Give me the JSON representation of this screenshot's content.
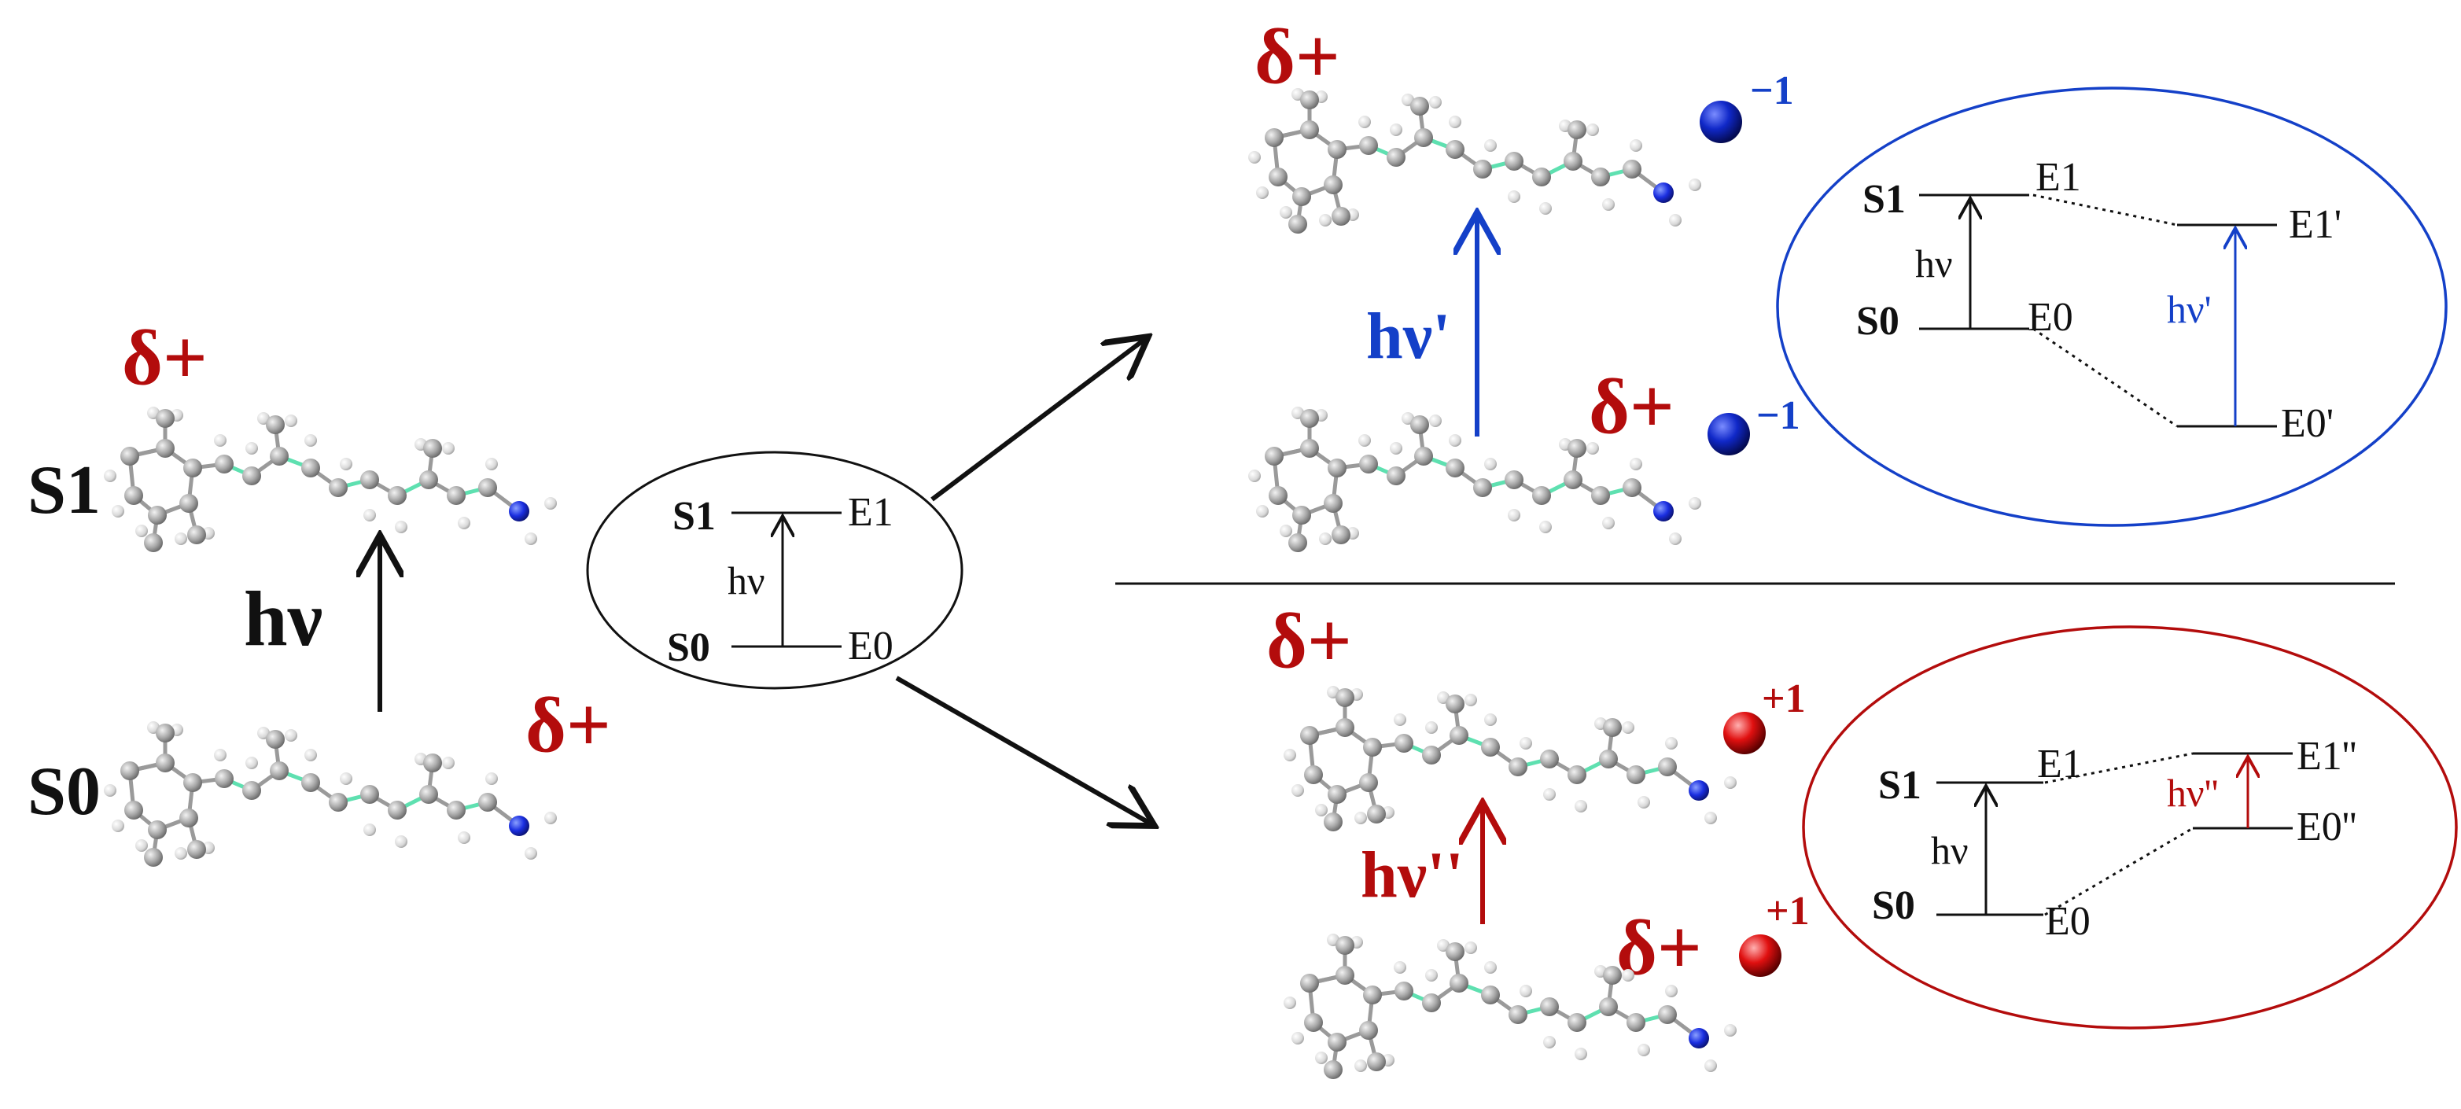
{
  "colors": {
    "black": "#111111",
    "blue": "#1440c8",
    "red": "#b30c0c",
    "carbon": "#9a9a9a",
    "hydrogen": "#dcdcdc",
    "nitrogen": "#1020e0",
    "bond": "#9a9a9a",
    "double_bond": "#5ee0b0"
  },
  "left": {
    "s1_label": "S1",
    "s0_label": "S0",
    "hv_label": "hν",
    "delta_top": "δ+",
    "delta_bottom": "δ+"
  },
  "center_diagram": {
    "s1": "S1",
    "s0": "S0",
    "e1": "E1",
    "e0": "E0",
    "hv": "hν"
  },
  "top_panel": {
    "delta_top": "δ+",
    "delta_bottom": "δ+",
    "hv_label": "hν'",
    "charge_top": "−1",
    "charge_bottom": "−1",
    "diagram": {
      "s1": "S1",
      "s0": "S0",
      "e1": "E1",
      "e0": "E0",
      "hv": "hν",
      "e1p": "E1'",
      "e0p": "E0'",
      "hvp": "hν'"
    }
  },
  "bottom_panel": {
    "delta_top": "δ+",
    "delta_bottom": "δ+",
    "hv_label": "hν''",
    "charge_top": "+1",
    "charge_bottom": "+1",
    "diagram": {
      "s1": "S1",
      "s0": "S0",
      "e1": "E1",
      "e0": "E0",
      "hv": "hν",
      "e1pp": "E1''",
      "e0pp": "E0''",
      "hvpp": "hν''"
    }
  }
}
